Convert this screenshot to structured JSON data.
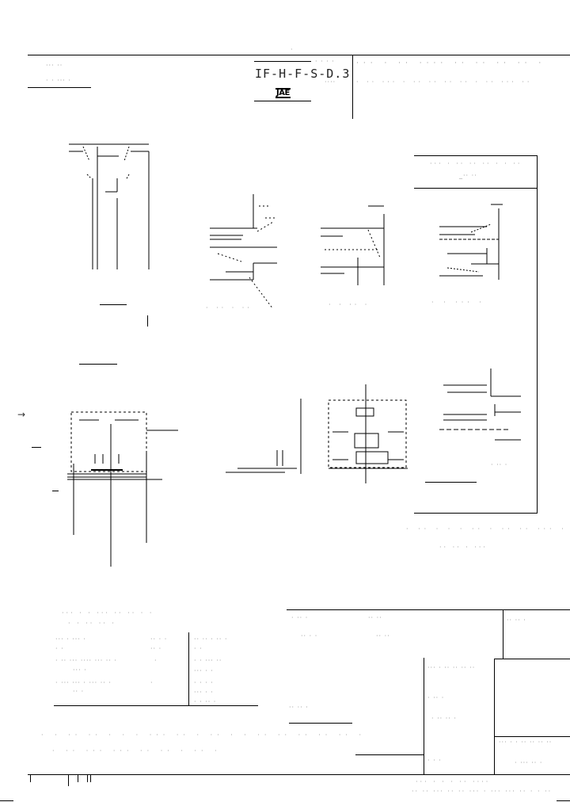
{
  "document": {
    "type": "engineering drawing",
    "legibility": "text degraded / largely unreadable"
  },
  "header": {
    "left_label_1": "··· ··",
    "left_label_2": "· · ··· ·",
    "part_number": "IF-H-F-S-D.3",
    "company_logo": "JAE",
    "title_line_1": "··· · ·· ···· ·· ·· ·· ·· ·",
    "title_line_2": "· ·· ··· · ·· ·· ·· ·· · ·· ··· ··",
    "side_label_1": "· · · ·",
    "side_label_2": "····"
  },
  "views": {
    "detail_box_title": "··· · ·· ·· ·· · · ··",
    "detail_box_sub": "_·· ··",
    "section_labels": [
      "· ·· · ··",
      "· · ·· ·",
      "· · ··· ·",
      "· ·· ·"
    ],
    "note_bottom_1": "· ·· · · · ·· · ·· ·· ··· · ·",
    "note_bottom_2": "·· ·· · ···",
    "arrow_label": "→"
  },
  "notes": {
    "heading_1": "··· · · ··· ·· ·· · ·",
    "heading_2": "· · ·· ·· ·",
    "rows": [
      {
        "a": "··· · ··· ·",
        "b": "·· · ·",
        "c": "·· ·· · ·· ·"
      },
      {
        "a": "· ·",
        "b": "·· ·",
        "c": "· ·"
      },
      {
        "a": "· ·· ··· ···· ··· ·· ·",
        "b": "·",
        "c": "· · ··· ··"
      },
      {
        "a": "··· ·",
        "b": "",
        "c": "··· · ·"
      },
      {
        "a": "· ··· ··· · ··· ·· ·",
        "b": "·",
        "c": "· · · ·"
      },
      {
        "a": "·· ·",
        "b": "",
        "c": "··· · ·"
      },
      {
        "a": "",
        "b": "",
        "c": "· · ·· ·"
      }
    ],
    "footnote_1": "· · ·· ·· · · · ··· ·· · ·· · · ·· ·· ·· ·· ·· ·",
    "footnote_2": "· ·· ··· ··· ·· ·· · ·· ·"
  },
  "title_block": {
    "cells": [
      "· ·· ·",
      "·· ··",
      "·· · ·",
      "·· ··",
      "·· ·· ·",
      "··· · ·· ·· ·· ··",
      "· ·· ·",
      "· ·· ·· ·",
      "·· ·· ·",
      "· · ·",
      "··· · · ·· ·· ·· ··",
      "· ··· ·· ·"
    ],
    "footer_1": "··· · · · ·· ····",
    "footer_2": "·· ·· ··· ·· ·· ··· · ··· ··· ·· · · ··"
  }
}
